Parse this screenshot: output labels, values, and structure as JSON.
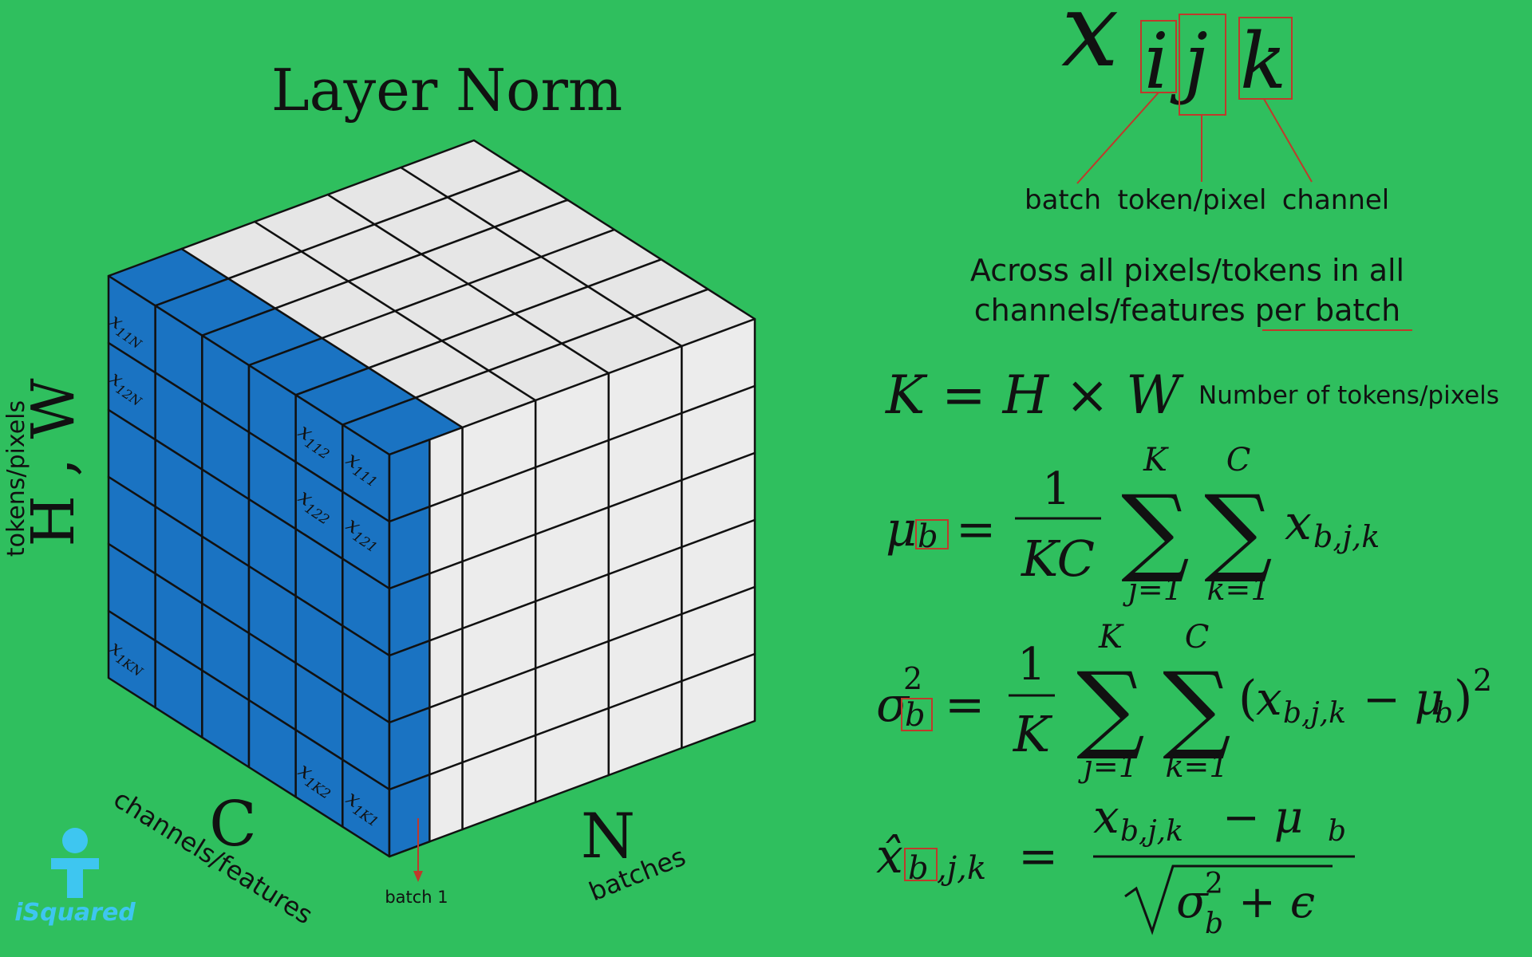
{
  "title": "Layer Norm",
  "axes": {
    "hw_letter": "H , W",
    "hw_label": "tokens/pixels",
    "c_letter": "C",
    "c_label": "channels/features",
    "n_letter": "N",
    "n_label": "batches",
    "batch1": "batch 1"
  },
  "cell_labels": {
    "left_top": [
      "x",
      "11N"
    ],
    "left_second": [
      "x",
      "12N"
    ],
    "left_bottom": [
      "x",
      "1KN"
    ],
    "front_112": [
      "x",
      "112"
    ],
    "front_111": [
      "x",
      "111"
    ],
    "front_122": [
      "x",
      "122"
    ],
    "front_121": [
      "x",
      "121"
    ],
    "front_1K2": [
      "x",
      "1K2"
    ],
    "front_1K1": [
      "x",
      "1K1"
    ]
  },
  "index_legend": {
    "symbol": "x",
    "i": "i",
    "j": "j",
    "k": "k",
    "batch": "batch",
    "token": "token/pixel",
    "channel": "channel"
  },
  "description": {
    "line1": "Across all pixels/tokens in all",
    "line2_start": "channels/features ",
    "line2_underlined": "per batch"
  },
  "equations": {
    "k_def": "K = H × W",
    "k_note": "Number of tokens/pixels",
    "mu_lhs": "μ",
    "sigma_lhs": "σ",
    "xhat_lhs": "x̂",
    "sub_b": "b",
    "one": "1",
    "kc": "KC",
    "k": "K",
    "sum_upper_k": "K",
    "sum_upper_c": "C",
    "sum_lower_j": "j=1",
    "sum_lower_k": "k=1",
    "sigma_glyph": "∑",
    "x_bjk": "x",
    "sub_bjk": "b,j,k",
    "sub_jk": ",j,k",
    "minus_mu": "− μ",
    "squared": "2",
    "denominator": "σ",
    "plus_eps": "+ ϵ",
    "equals": "="
  },
  "logo": {
    "text": "iSquared"
  },
  "colors": {
    "background": "#2fbf5e",
    "blue": "#1a73c2",
    "grey_top": "#e6e6e6",
    "grey_side": "#ececec",
    "red": "#c0392b",
    "logo": "#3ec6f0"
  }
}
